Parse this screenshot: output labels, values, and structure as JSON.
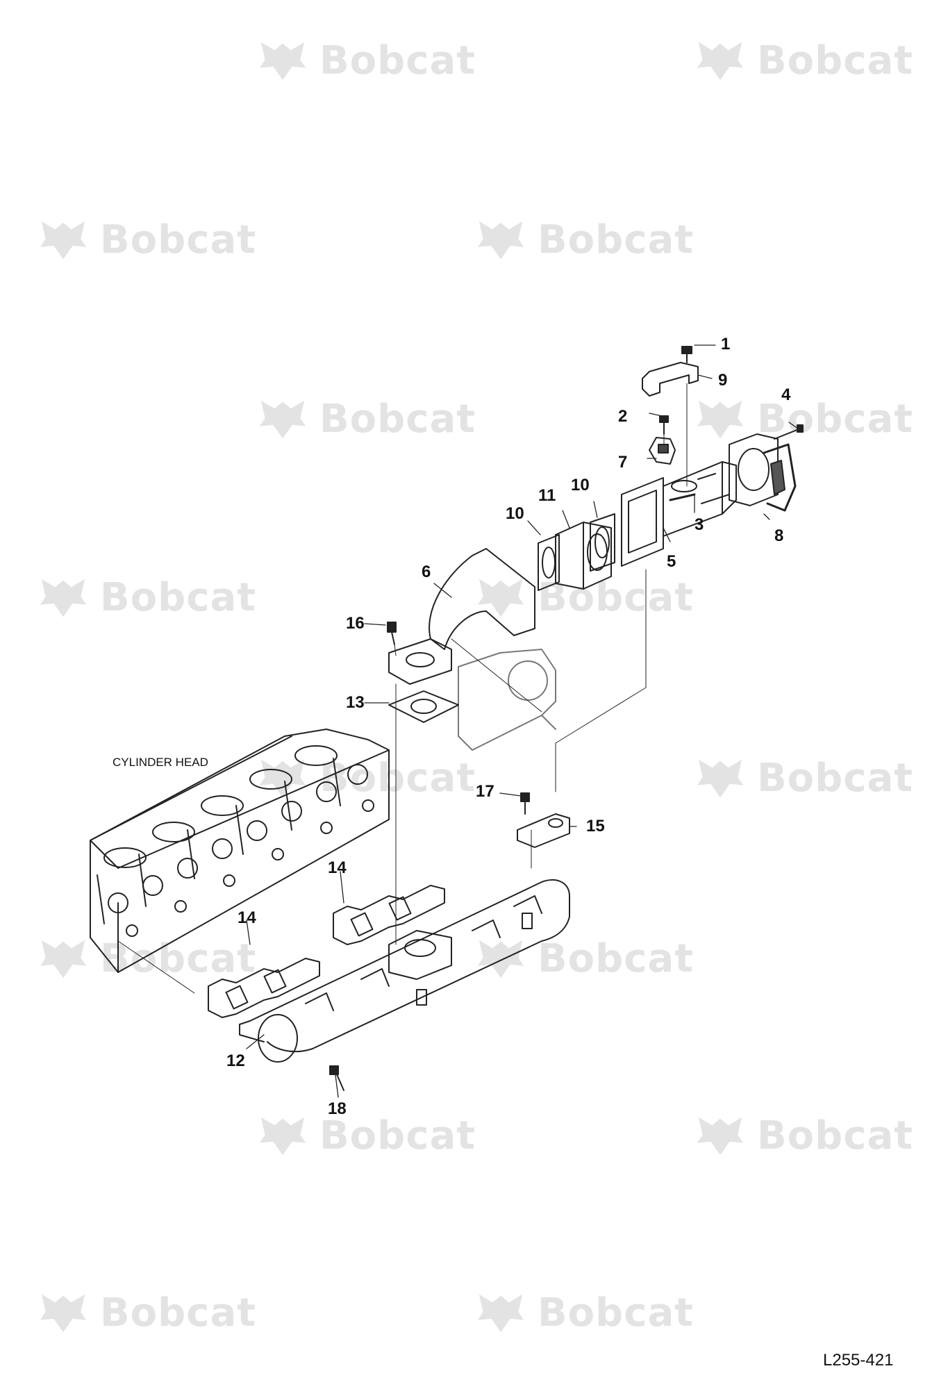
{
  "watermark": {
    "brand": "Bobcat",
    "registered": "®",
    "color": "#e3e3e3"
  },
  "diagram": {
    "note_cylinder_head": "CYLINDER HEAD",
    "figure_ref": "L255-421",
    "callouts": [
      "1",
      "2",
      "3",
      "4",
      "5",
      "6",
      "7",
      "8",
      "9",
      "10",
      "10",
      "11",
      "12",
      "13",
      "14",
      "14",
      "15",
      "16",
      "17",
      "18"
    ]
  }
}
